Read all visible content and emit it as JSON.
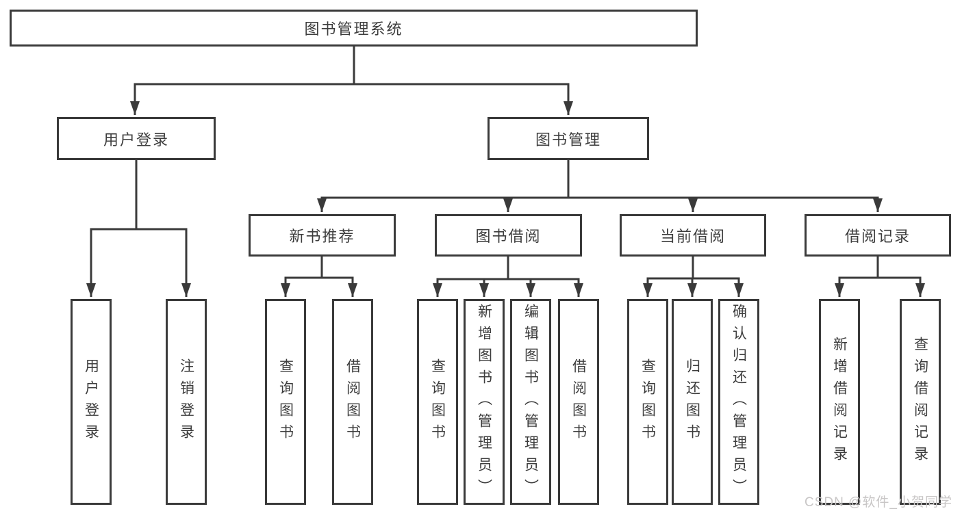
{
  "diagram": {
    "root": "图书管理系统",
    "level2": {
      "login": "用户登录",
      "management": "图书管理"
    },
    "level3": {
      "new_books": "新书推荐",
      "borrow": "图书借阅",
      "current": "当前借阅",
      "records": "借阅记录"
    },
    "leaves": [
      "用户登录",
      "注销登录",
      "查询图书",
      "借阅图书",
      "查询图书",
      "新增图书（管理员）",
      "编辑图书（管理员）",
      "借阅图书",
      "查询图书",
      "归还图书",
      "确认归还（管理员）",
      "新增借阅记录",
      "查询借阅记录"
    ]
  },
  "watermark": {
    "text": "CSDN @软件_小贺同学"
  },
  "colors": {
    "line": "#3a3a3a",
    "text": "#3d3d3d",
    "box_fill": "#ffffff",
    "watermark": "#c8c6c6"
  }
}
